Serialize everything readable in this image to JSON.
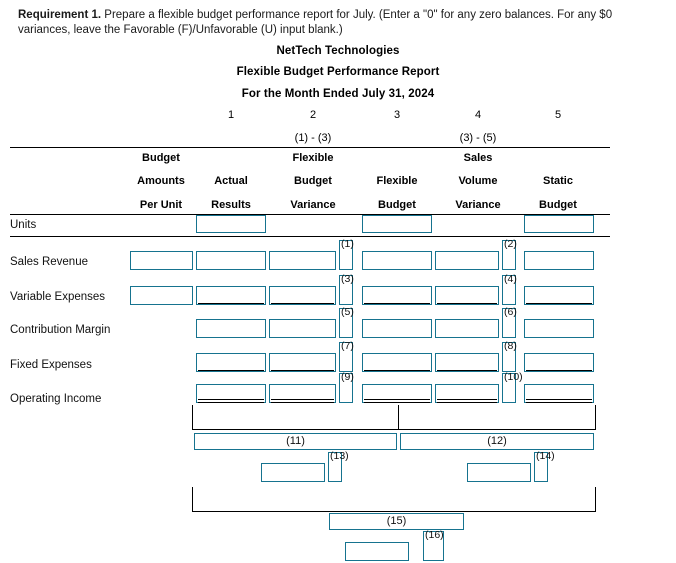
{
  "requirement": {
    "label": "Requirement 1.",
    "text": " Prepare a flexible budget performance report for July. (Enter a \"0\" for any zero balances. For any $0 variances, leave the Favorable (F)/Unfavorable (U) input blank.)"
  },
  "report": {
    "company": "NetTech Technologies",
    "title": "Flexible Budget Performance Report",
    "period": "For the Month Ended July 31, 2024"
  },
  "column_numbers": [
    "1",
    "2",
    "3",
    "4",
    "5"
  ],
  "column_formulas": {
    "flexible_budget_variance": "(1) - (3)",
    "sales_volume_variance": "(3) - (5)"
  },
  "headers": [
    {
      "line1": "Budget",
      "line2": "Amounts",
      "line3": "Per Unit"
    },
    {
      "line1": "",
      "line2": "Actual",
      "line3": "Results"
    },
    {
      "line1": "Flexible",
      "line2": "Budget",
      "line3": "Variance"
    },
    {
      "line1": "",
      "line2": "Flexible",
      "line3": "Budget"
    },
    {
      "line1": "Sales",
      "line2": "Volume",
      "line3": "Variance"
    },
    {
      "line1": "",
      "line2": "Static",
      "line3": "Budget"
    }
  ],
  "rows": [
    {
      "label": "Units"
    },
    {
      "label": "Sales Revenue"
    },
    {
      "label": "Variable Expenses"
    },
    {
      "label": "Contribution Margin"
    },
    {
      "label": "Fixed Expenses"
    },
    {
      "label": "Operating Income"
    }
  ],
  "blank_tags": {
    "t1": "(1)",
    "t2": "(2)",
    "t3": "(3)",
    "t4": "(4)",
    "t5": "(5)",
    "t6": "(6)",
    "t7": "(7)",
    "t8": "(8)",
    "t9": "(9)",
    "t10": "(10)",
    "t11": "(11)",
    "t12": "(12)",
    "t13": "(13)",
    "t14": "(14)",
    "t15": "(15)",
    "t16": "(16)"
  },
  "colors": {
    "input_border": "#16738f",
    "rule": "#000000",
    "text": "#111111"
  }
}
